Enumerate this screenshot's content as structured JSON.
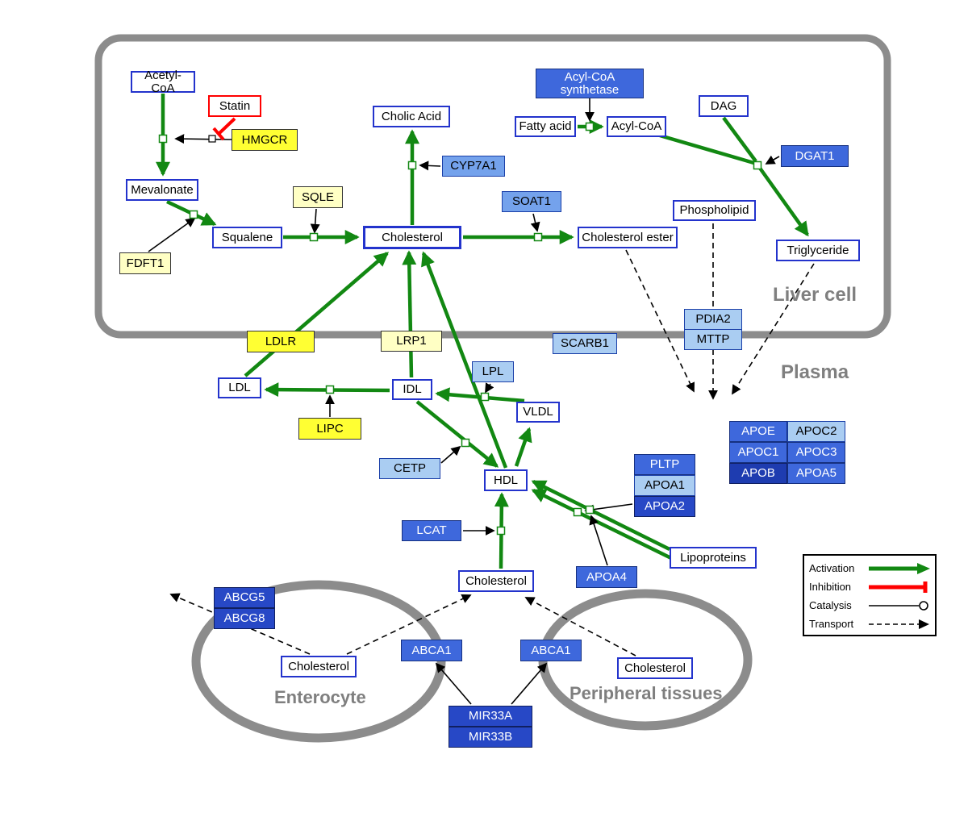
{
  "compartments": {
    "liver": "Liver cell",
    "plasma": "Plasma",
    "enterocyte": "Enterocyte",
    "peripheral": "Peripheral tissues"
  },
  "nodes": {
    "acetyl_coa": "Acetyl-CoA",
    "statin": "Statin",
    "hmgcr": "HMGCR",
    "mevalonate": "Mevalonate",
    "sqle": "SQLE",
    "fdft1": "FDFT1",
    "squalene": "Squalene",
    "cholesterol": "Cholesterol",
    "cholic_acid": "Cholic Acid",
    "cyp7a1": "CYP7A1",
    "soat1": "SOAT1",
    "cholesterol_ester": "Cholesterol ester",
    "acyl_coa_synthetase": "Acyl-CoA synthetase",
    "fatty_acid": "Fatty acid",
    "acyl_coa": "Acyl-CoA",
    "dag": "DAG",
    "dgat1": "DGAT1",
    "phospholipid": "Phospholipid",
    "triglyceride": "Triglyceride",
    "ldlr": "LDLR",
    "lrp1": "LRP1",
    "scarb1": "SCARB1",
    "pdia2": "PDIA2",
    "mttp": "MTTP",
    "ldl": "LDL",
    "idl": "IDL",
    "lpl": "LPL",
    "vldl": "VLDL",
    "lipc": "LIPC",
    "cetp": "CETP",
    "hdl": "HDL",
    "lcat": "LCAT",
    "pltp": "PLTP",
    "apoa1": "APOA1",
    "apoa2": "APOA2",
    "apoa4": "APOA4",
    "lipoproteins": "Lipoproteins",
    "apoe": "APOE",
    "apoc2": "APOC2",
    "apoc1": "APOC1",
    "apoc3": "APOC3",
    "apob": "APOB",
    "apoa5": "APOA5",
    "abcg5": "ABCG5",
    "abcg8": "ABCG8",
    "abca1": "ABCA1",
    "mir33a": "MIR33A",
    "mir33b": "MIR33B"
  },
  "legend": {
    "activation": "Activation",
    "inhibition": "Inhibition",
    "catalysis": "Catalysis",
    "transport": "Transport"
  },
  "colors": {
    "activation_green": "#128812",
    "inhibition_red": "#FF0000",
    "membrane_gray": "#8C8C8C",
    "metabolite_border_blue": "#2333CC",
    "gene_yellow": "#FFFF33",
    "gene_pale_yellow": "#FFFFC4",
    "gene_light_blue": "#AACDF2",
    "gene_blue": "#3E68DC",
    "gene_dark_blue": "#2748C6"
  }
}
